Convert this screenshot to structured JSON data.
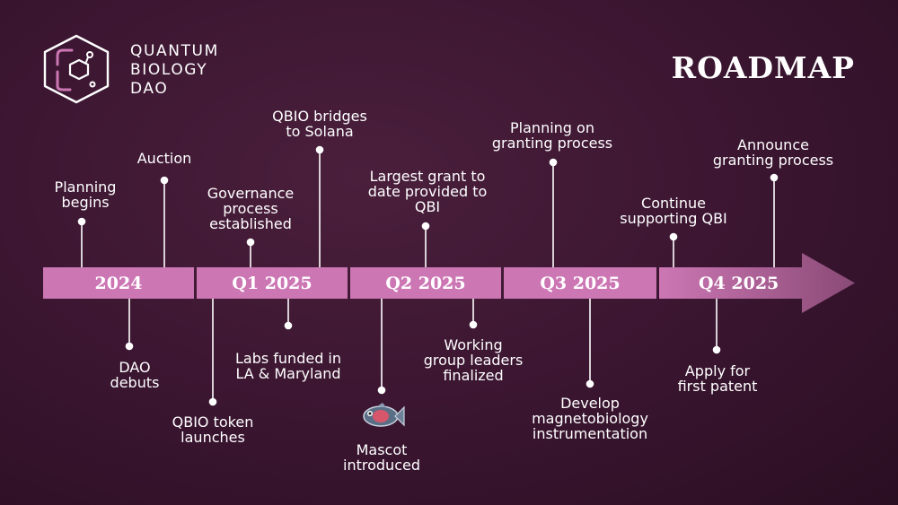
{
  "brand": {
    "line1": "QUANTUM",
    "line2": "BIOLOGY",
    "line3": "DAO",
    "icon": "hexagon-molecule-logo-icon"
  },
  "title": "ROADMAP",
  "colors": {
    "background": "#3a1530",
    "bar": "#cc77b4",
    "arrow": "#8a4a76",
    "line": "#ffffff"
  },
  "phases": [
    {
      "label": "2024"
    },
    {
      "label": "Q1 2025"
    },
    {
      "label": "Q2 2025"
    },
    {
      "label": "Q3 2025"
    },
    {
      "label": "Q4 2025"
    }
  ],
  "events_above": [
    {
      "lines": [
        "Planning",
        "begins"
      ]
    },
    {
      "lines": [
        "Auction"
      ]
    },
    {
      "lines": [
        "Governance",
        "process",
        "established"
      ]
    },
    {
      "lines": [
        "QBIO bridges",
        "to Solana"
      ]
    },
    {
      "lines": [
        "Largest grant to",
        "date provided to",
        "QBI"
      ]
    },
    {
      "lines": [
        "Planning on",
        "granting process"
      ]
    },
    {
      "lines": [
        "Continue",
        "supporting QBI"
      ]
    },
    {
      "lines": [
        "Announce",
        "granting process"
      ]
    }
  ],
  "events_below": [
    {
      "lines": [
        "DAO",
        "debuts"
      ]
    },
    {
      "lines": [
        "QBIO token",
        "launches"
      ]
    },
    {
      "lines": [
        "Labs funded in",
        "LA & Maryland"
      ]
    },
    {
      "lines": [
        "Mascot",
        "introduced"
      ],
      "icon": "fish-mascot-icon"
    },
    {
      "lines": [
        "Working",
        "group leaders",
        "finalized"
      ]
    },
    {
      "lines": [
        "Develop",
        "magnetobiology",
        "instrumentation"
      ]
    },
    {
      "lines": [
        "Apply for",
        "first patent"
      ]
    }
  ]
}
